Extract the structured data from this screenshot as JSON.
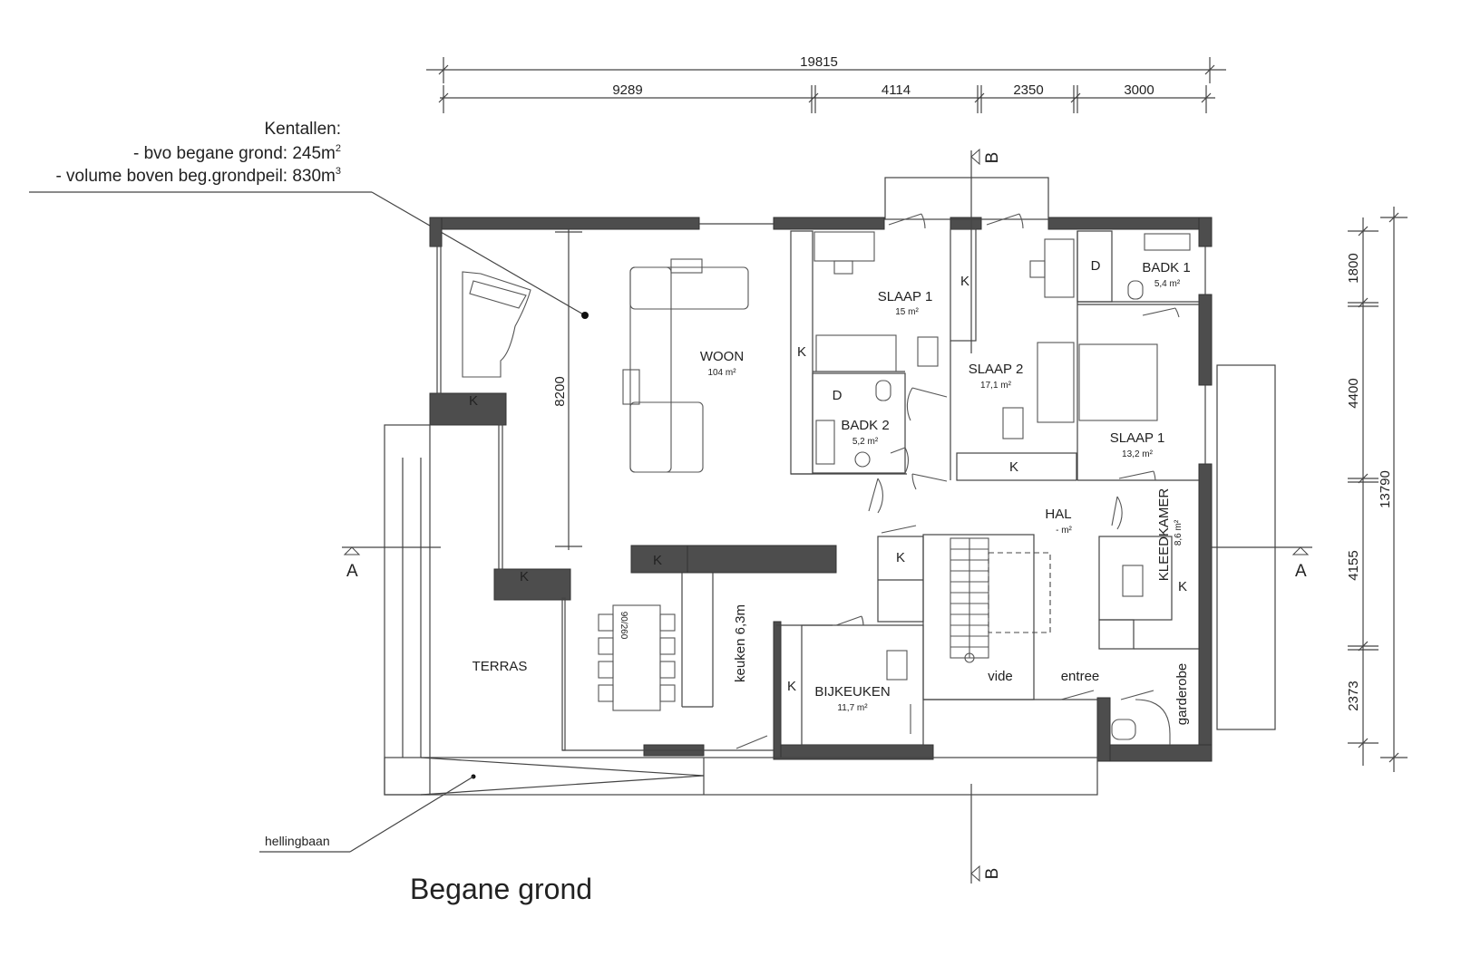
{
  "title": "Begane grond",
  "kentallen": {
    "heading": "Kentallen:",
    "bvo_label": "- bvo begane grond: 245m",
    "bvo_exp": "2",
    "volume_label": "- volume boven beg.grondpeil: 830m",
    "volume_exp": "3"
  },
  "dimensions": {
    "overall_width": "19815",
    "segments_top": [
      "9289",
      "4114",
      "2350",
      "3000"
    ],
    "overall_height": "13790",
    "segments_right": [
      "1800",
      "4400",
      "4155",
      "2373"
    ],
    "woon_depth": "8200"
  },
  "sections": {
    "a": "A",
    "b": "B"
  },
  "rooms": {
    "woon": {
      "name": "WOON",
      "area": "104 m²"
    },
    "slaap1_a": {
      "name": "SLAAP 1",
      "area": "15 m²"
    },
    "slaap2": {
      "name": "SLAAP 2",
      "area": "17,1 m²"
    },
    "badk1": {
      "name": "BADK 1",
      "area": "5,4 m²"
    },
    "badk2": {
      "name": "BADK 2",
      "area": "5,2 m²"
    },
    "slaap1_b": {
      "name": "SLAAP 1",
      "area": "13,2 m²"
    },
    "hal": {
      "name": "HAL",
      "area": "- m²"
    },
    "kleedkamer": {
      "name": "KLEEDKAMER",
      "area": "8,6 m²"
    },
    "bijkeuken": {
      "name": "BIJKEUKEN",
      "area": "11,7 m²"
    },
    "terras": {
      "name": "TERRAS"
    },
    "keuken": {
      "name": "keuken 6,3m"
    },
    "vide": {
      "name": "vide"
    },
    "entree": {
      "name": "entree"
    },
    "garderobe": {
      "name": "garderobe"
    },
    "table": {
      "name": "90/260"
    }
  },
  "marks": {
    "k": "K",
    "d": "D"
  },
  "callouts": {
    "hellingbaan": "hellingbaan"
  }
}
